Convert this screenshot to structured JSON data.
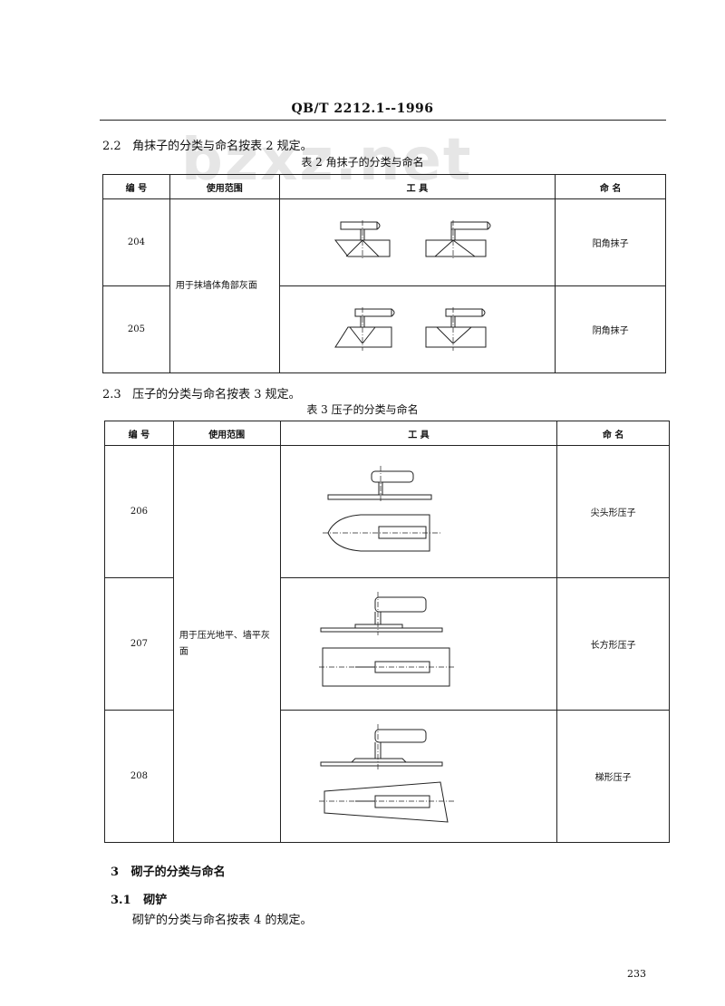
{
  "header": {
    "standard_id": "QB/T 2212.1--1996"
  },
  "watermark": "bzxz.net",
  "section_2_2": {
    "num": "2.2",
    "text": "角抹子的分类与命名按表 2 规定。"
  },
  "table2": {
    "caption": "表 2   角抹子的分类与命名",
    "headers": {
      "code": "编    号",
      "scope": "使用范围",
      "tool": "工          具",
      "name": "命          名"
    },
    "scope_text": "用于抹墙体角部灰面",
    "rows": [
      {
        "code": "204",
        "name": "阳角抹子",
        "tool_icon": "outside-corner-trowel-icon"
      },
      {
        "code": "205",
        "name": "阴角抹子",
        "tool_icon": "inside-corner-trowel-icon"
      }
    ]
  },
  "section_2_3": {
    "num": "2.3",
    "text": "压子的分类与命名按表 3 规定。"
  },
  "table3": {
    "caption": "表 3   压子的分类与命名",
    "headers": {
      "code": "编    号",
      "scope": "使用范围",
      "tool": "工          具",
      "name": "命          名"
    },
    "scope_text": "用于压光地平、墙平灰面",
    "rows": [
      {
        "code": "206",
        "name": "尖头形压子",
        "tool_icon": "pointed-trowel-icon"
      },
      {
        "code": "207",
        "name": "长方形压子",
        "tool_icon": "rectangular-trowel-icon"
      },
      {
        "code": "208",
        "name": "梯形压子",
        "tool_icon": "trapezoidal-trowel-icon"
      }
    ]
  },
  "section_3": {
    "num": "3",
    "text": "砌子的分类与命名"
  },
  "section_3_1": {
    "num": "3.1",
    "text": "砌铲"
  },
  "section_3_1_body": "砌铲的分类与命名按表 4 的规定。",
  "page_number": "233"
}
